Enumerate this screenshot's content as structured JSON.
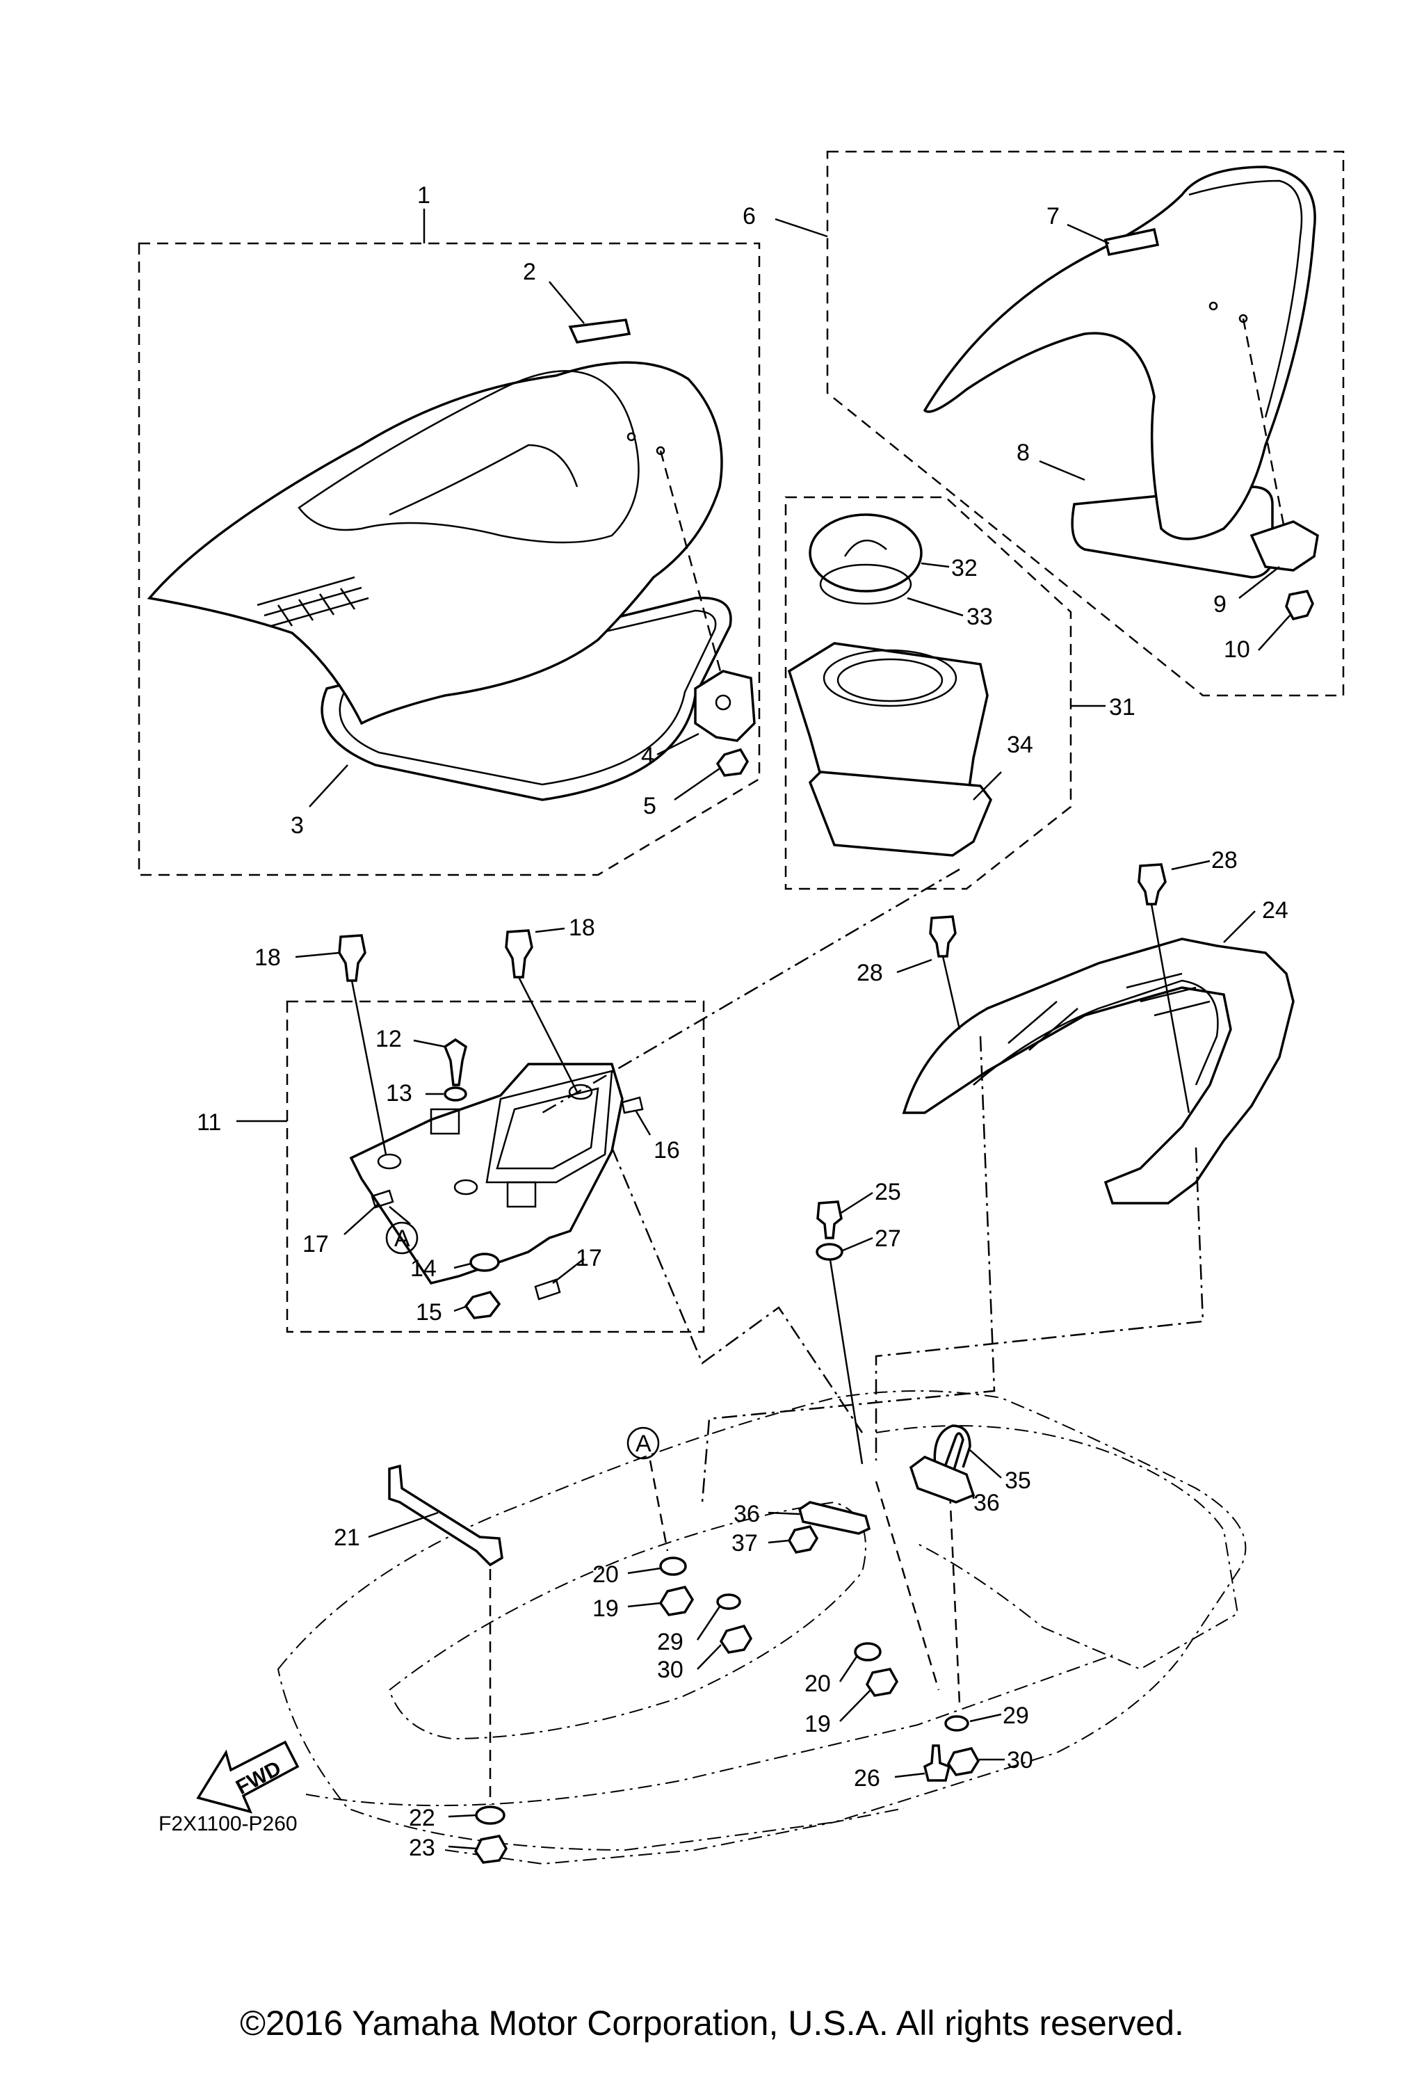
{
  "callouts": {
    "n1": "1",
    "n2": "2",
    "n3": "3",
    "n4": "4",
    "n5": "5",
    "n6": "6",
    "n7": "7",
    "n8": "8",
    "n9": "9",
    "n10": "10",
    "n11": "11",
    "n12": "12",
    "n13": "13",
    "n14": "14",
    "n15": "15",
    "n16": "16",
    "n17": "17",
    "n18": "18",
    "n19": "19",
    "n20": "20",
    "n21": "21",
    "n22": "22",
    "n23": "23",
    "n24": "24",
    "n25": "25",
    "n26": "26",
    "n27": "27",
    "n28": "28",
    "n29": "29",
    "n30": "30",
    "n31": "31",
    "n32": "32",
    "n33": "33",
    "n34": "34",
    "n35": "35",
    "n36": "36",
    "n37": "37"
  },
  "markers": {
    "a": "A"
  },
  "fwd_label": "FWD",
  "diagram_code": "F2X1100-P260",
  "copyright": "©2016 Yamaha Motor Corporation, U.S.A. All rights reserved."
}
